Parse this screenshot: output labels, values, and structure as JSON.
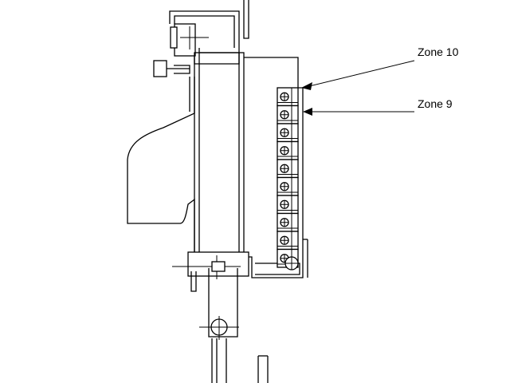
{
  "labels": {
    "zone_10": "Zone 10",
    "zone_9": "Zone 9"
  },
  "terminal_count": 10,
  "colors": {
    "line": "#000000",
    "background": "#ffffff"
  }
}
